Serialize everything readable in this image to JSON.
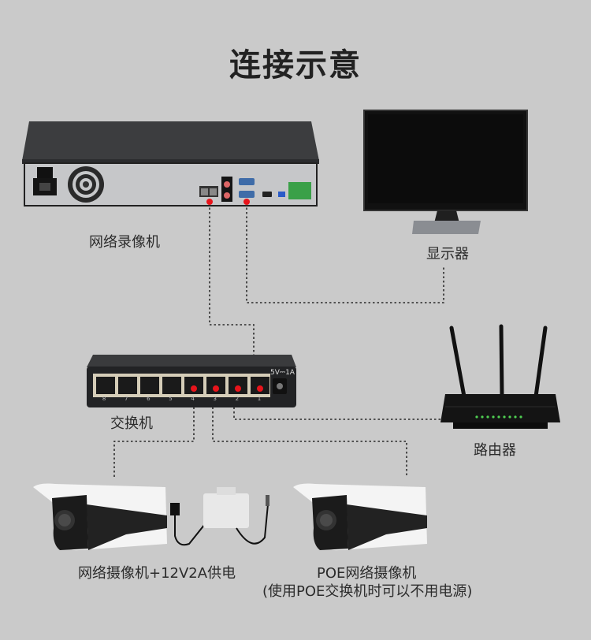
{
  "title": "连接示意",
  "devices": {
    "nvr": {
      "label": "网络录像机"
    },
    "monitor": {
      "label": "显示器"
    },
    "switch": {
      "label": "交换机",
      "power_spec": "5V⎓1A",
      "port_numbers": [
        "8",
        "7",
        "6",
        "5",
        "4",
        "3",
        "2",
        "1"
      ],
      "connected_ports": [
        "4",
        "3",
        "2",
        "1"
      ]
    },
    "router": {
      "label": "路由器"
    },
    "camera_dc": {
      "label": "网络摄像机+12V2A供电"
    },
    "camera_poe": {
      "label_line1": "POE网络摄像机",
      "label_line2": "(使用POE交换机时可以不用电源)"
    }
  },
  "colors": {
    "background": "#cacaca",
    "connection_dot": "#e8141b",
    "wire": "#2a2a2a"
  }
}
